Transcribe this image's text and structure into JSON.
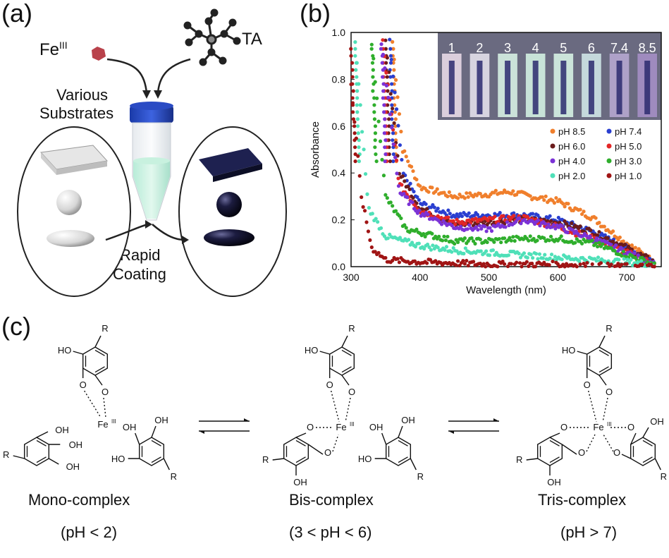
{
  "panels": {
    "a": "(a)",
    "b": "(b)",
    "c": "(c)"
  },
  "panel_a": {
    "fe_label": "Fe",
    "fe_superscript": "III",
    "ta_label": "TA",
    "substrates_line1": "Various",
    "substrates_line2": "Substrates",
    "rapid_line1": "Rapid",
    "rapid_line2": "Coating"
  },
  "inset": {
    "labels": [
      "1",
      "2",
      "3",
      "4",
      "5",
      "6",
      "7.4",
      "8.5"
    ]
  },
  "chart_data": {
    "type": "scatter",
    "xlabel": "Wavelength (nm)",
    "ylabel": "Absorbance",
    "xlim": [
      300,
      750
    ],
    "ylim": [
      0,
      1.0
    ],
    "xticks": [
      300,
      400,
      500,
      600,
      700
    ],
    "yticks": [
      0.0,
      0.2,
      0.4,
      0.6,
      0.8,
      1.0
    ],
    "legend_position": "middle-right",
    "series": [
      {
        "name": "pH 8.5",
        "color": "#f07f2c",
        "cutoff": 360,
        "points": [
          [
            360,
            0.96
          ],
          [
            375,
            0.5
          ],
          [
            400,
            0.34
          ],
          [
            450,
            0.3
          ],
          [
            500,
            0.31
          ],
          [
            530,
            0.32
          ],
          [
            560,
            0.3
          ],
          [
            600,
            0.28
          ],
          [
            650,
            0.21
          ],
          [
            700,
            0.1
          ],
          [
            740,
            0.02
          ]
        ]
      },
      {
        "name": "pH 7.4",
        "color": "#2a3fd0",
        "cutoff": 356,
        "points": [
          [
            356,
            0.96
          ],
          [
            375,
            0.4
          ],
          [
            400,
            0.27
          ],
          [
            450,
            0.22
          ],
          [
            500,
            0.22
          ],
          [
            550,
            0.22
          ],
          [
            600,
            0.2
          ],
          [
            650,
            0.15
          ],
          [
            700,
            0.08
          ],
          [
            740,
            0.02
          ]
        ]
      },
      {
        "name": "pH 6.0",
        "color": "#6b1c1c",
        "cutoff": 350,
        "points": [
          [
            350,
            0.96
          ],
          [
            370,
            0.4
          ],
          [
            400,
            0.25
          ],
          [
            450,
            0.18
          ],
          [
            500,
            0.19
          ],
          [
            550,
            0.2
          ],
          [
            600,
            0.19
          ],
          [
            650,
            0.15
          ],
          [
            700,
            0.08
          ],
          [
            740,
            0.02
          ]
        ]
      },
      {
        "name": "pH 5.0",
        "color": "#e32626",
        "cutoff": 346,
        "points": [
          [
            346,
            0.96
          ],
          [
            370,
            0.35
          ],
          [
            400,
            0.24
          ],
          [
            450,
            0.19
          ],
          [
            500,
            0.2
          ],
          [
            550,
            0.21
          ],
          [
            600,
            0.17
          ],
          [
            650,
            0.12
          ],
          [
            700,
            0.06
          ],
          [
            740,
            0.01
          ]
        ]
      },
      {
        "name": "pH 4.0",
        "color": "#7b32d6",
        "cutoff": 344,
        "points": [
          [
            344,
            0.96
          ],
          [
            370,
            0.32
          ],
          [
            400,
            0.23
          ],
          [
            450,
            0.17
          ],
          [
            500,
            0.16
          ],
          [
            550,
            0.2
          ],
          [
            600,
            0.17
          ],
          [
            650,
            0.12
          ],
          [
            700,
            0.06
          ],
          [
            740,
            0.01
          ]
        ]
      },
      {
        "name": "pH 3.0",
        "color": "#2fae2c",
        "cutoff": 330,
        "points": [
          [
            330,
            0.96
          ],
          [
            350,
            0.3
          ],
          [
            380,
            0.16
          ],
          [
            450,
            0.11
          ],
          [
            500,
            0.11
          ],
          [
            550,
            0.12
          ],
          [
            600,
            0.12
          ],
          [
            650,
            0.1
          ],
          [
            700,
            0.05
          ],
          [
            740,
            0.01
          ]
        ]
      },
      {
        "name": "pH 2.0",
        "color": "#4fe0b8",
        "cutoff": 306,
        "points": [
          [
            306,
            0.96
          ],
          [
            325,
            0.25
          ],
          [
            350,
            0.13
          ],
          [
            400,
            0.09
          ],
          [
            450,
            0.07
          ],
          [
            500,
            0.06
          ],
          [
            550,
            0.05
          ],
          [
            600,
            0.04
          ],
          [
            650,
            0.03
          ],
          [
            700,
            0.02
          ],
          [
            740,
            0.01
          ]
        ]
      },
      {
        "name": "pH 1.0",
        "color": "#a01414",
        "cutoff": 300,
        "points": [
          [
            300,
            0.78
          ],
          [
            315,
            0.3
          ],
          [
            330,
            0.08
          ],
          [
            350,
            0.03
          ],
          [
            400,
            0.02
          ],
          [
            500,
            0.01
          ],
          [
            600,
            0.01
          ],
          [
            700,
            0.0
          ],
          [
            740,
            0.0
          ]
        ]
      }
    ]
  },
  "panel_c": {
    "mono_title": "Mono-complex",
    "mono_cond": "(pH < 2)",
    "bis_title": "Bis-complex",
    "bis_cond": "(3 < pH < 6)",
    "tris_title": "Tris-complex",
    "tris_cond": "(pH > 7)",
    "R": "R",
    "HO": "HO",
    "OH": "OH",
    "O": "O",
    "Fe": "Fe",
    "III": "III"
  }
}
